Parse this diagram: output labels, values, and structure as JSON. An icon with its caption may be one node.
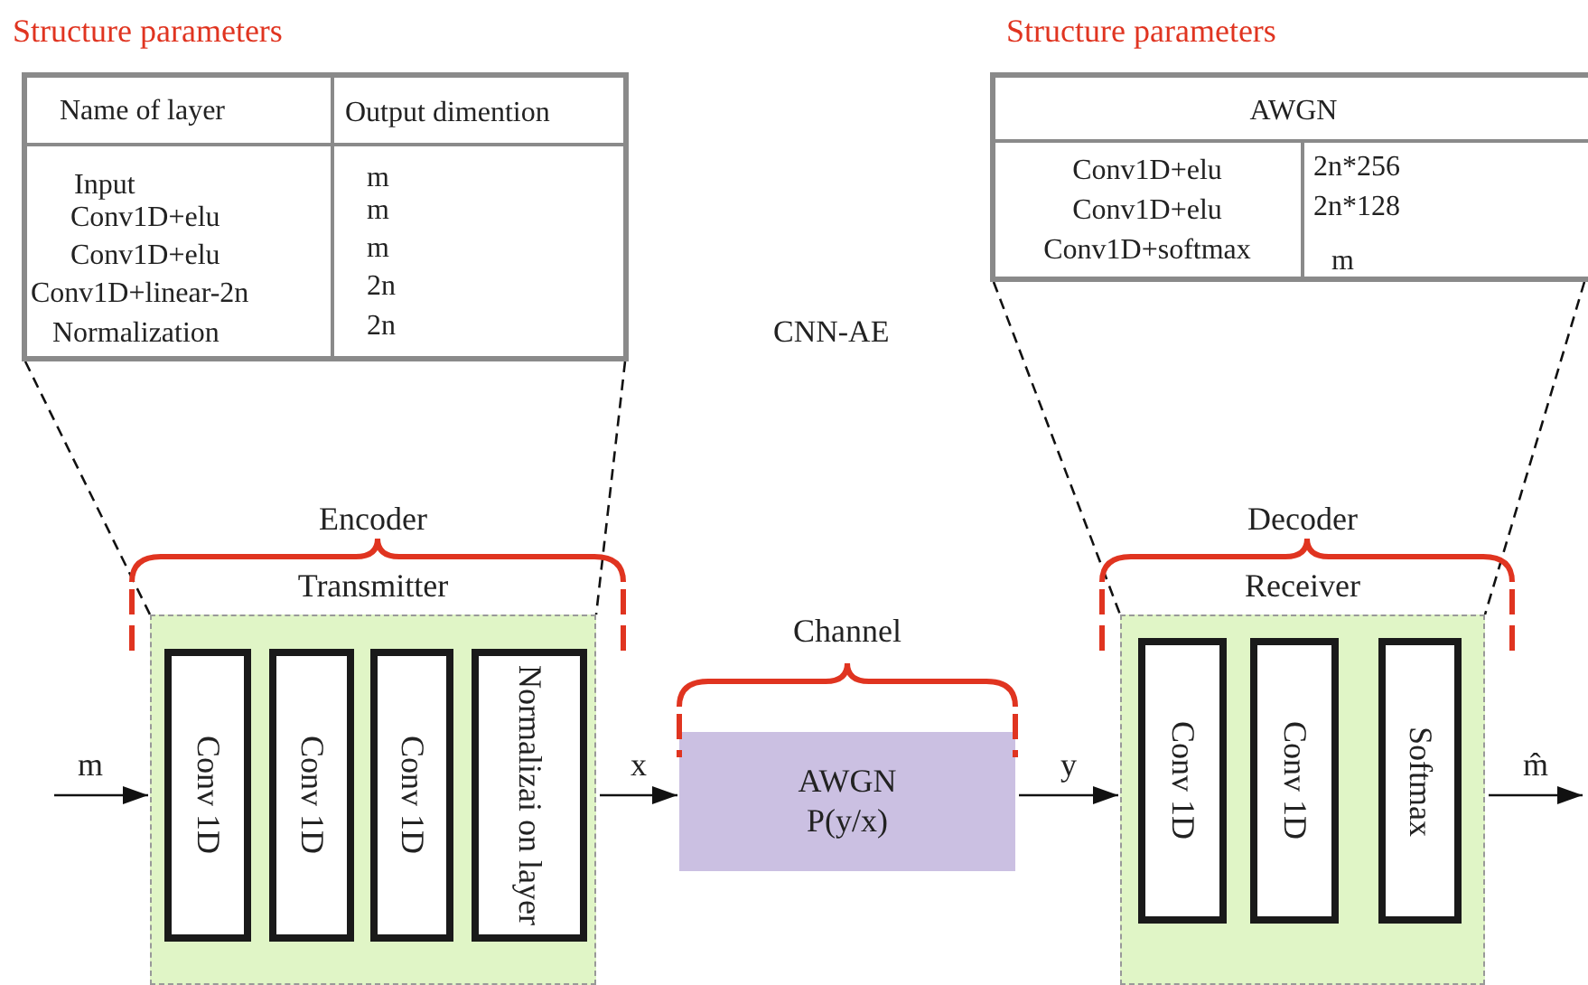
{
  "diagram": {
    "nodes": [
      {
        "text": [
          "Transmitter"
        ],
        "beside": [
          "Encoder"
        ]
      },
      {
        "text": [
          "Conv 1D"
        ],
        "in": 0
      },
      {
        "text": [
          "Conv 1D"
        ],
        "in": 0
      },
      {
        "text": [
          "Conv 1D"
        ],
        "in": 0
      },
      {
        "text": [
          "Normalizai on layer"
        ],
        "in": 0
      },
      {
        "text": [
          "AWGN",
          "P(y/x)"
        ],
        "beside": [
          "Channel"
        ]
      },
      {
        "text": [
          "Receiver"
        ],
        "beside": [
          "Decoder"
        ]
      },
      {
        "text": [
          "Conv 1D"
        ],
        "in": 6
      },
      {
        "text": [
          "Conv 1D"
        ],
        "in": 6
      },
      {
        "text": [
          "Softmax"
        ],
        "in": 6
      },
      {
        "text": [
          "Structure parameters"
        ]
      },
      {
        "text": [
          "Structure parameters"
        ]
      }
    ],
    "edges": [
      {
        "from": null,
        "to": 0,
        "arrow": "to",
        "label": "m"
      },
      {
        "from": 0,
        "to": 5,
        "arrow": "to",
        "label": "x"
      },
      {
        "from": 5,
        "to": 6,
        "arrow": "to",
        "label": "y"
      },
      {
        "from": 6,
        "to": null,
        "arrow": "to",
        "label": "m̂"
      },
      {
        "from": 10,
        "to": 0,
        "arrow": "none",
        "style": "dashed"
      },
      {
        "from": 10,
        "to": 0,
        "arrow": "none",
        "style": "dashed"
      },
      {
        "from": 11,
        "to": 6,
        "arrow": "none",
        "style": "dashed"
      },
      {
        "from": 11,
        "to": 6,
        "arrow": "none",
        "style": "dashed"
      }
    ],
    "labels": [
      "CNN-AE",
      "Name of layer",
      "Output dimention",
      "Input",
      "m",
      "Conv1D+elu",
      "m",
      "Conv1D+elu",
      "m",
      "Conv1D+linear-2n",
      "2n",
      "Normalization",
      "2n",
      "AWGN",
      "Conv1D+elu",
      "2n*256",
      "Conv1D+elu",
      "2n*128",
      "Conv1D+softmax",
      "m"
    ]
  }
}
